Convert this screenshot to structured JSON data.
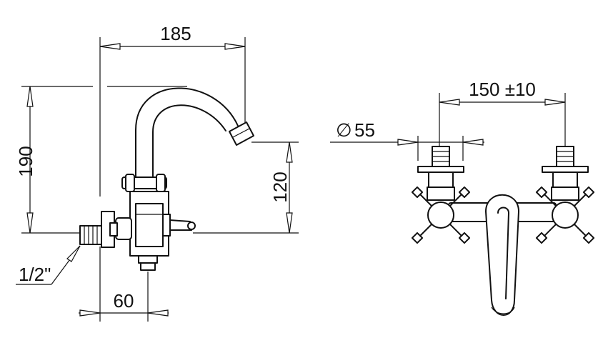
{
  "dimensions": {
    "width_185": "185",
    "height_190": "190",
    "height_120": "120",
    "offset_60": "60",
    "thread_size": "1/2\"",
    "diameter_symbol": "∅",
    "diameter_value": "55",
    "spacing_150": "150 ±10"
  }
}
